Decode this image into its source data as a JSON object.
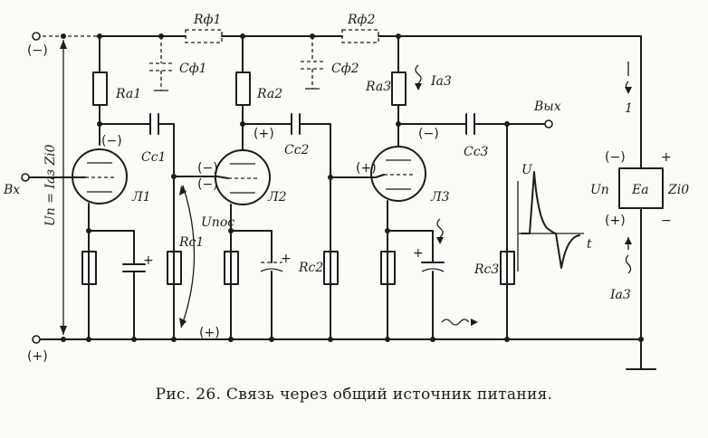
{
  "caption": "Рис. 26. Связь через общий источник питания.",
  "terminals": {
    "minus_top": "(−)",
    "plus_bottom": "(+)",
    "input": "Вх",
    "output": "Вых"
  },
  "labels": {
    "supply_voltage": "Uп = Iаз Zi0",
    "rf1": "Rф1",
    "rf2": "Rф2",
    "cf1": "Cф1",
    "cf2": "Cф2",
    "ra1": "Ra1",
    "ra2": "Ra2",
    "ra3": "Ra3",
    "cc1": "Cc1",
    "cc2": "Cc2",
    "cc3": "Cc3",
    "rc1": "Rc1",
    "rc2": "Rc2",
    "rc3": "Rc3",
    "l1": "Л1",
    "l2": "Л2",
    "l3": "Л3",
    "ia3_top": "Iа3",
    "ia3_bottom": "Iа3",
    "u_feedback": "Uпос",
    "pulse_u": "U",
    "pulse_t": "t",
    "source_ea": "Ea",
    "source_up": "Uп",
    "source_zi0": "Zi0",
    "arrow_one": "1"
  },
  "polarity": {
    "minus": "(−)",
    "plus": "(+)",
    "minus_dashed": "(−)",
    "plus_dashed": "(+)",
    "source_minus": "(−)",
    "source_plus": "(+)",
    "plus_sign": "+",
    "minus_sign": "−"
  }
}
